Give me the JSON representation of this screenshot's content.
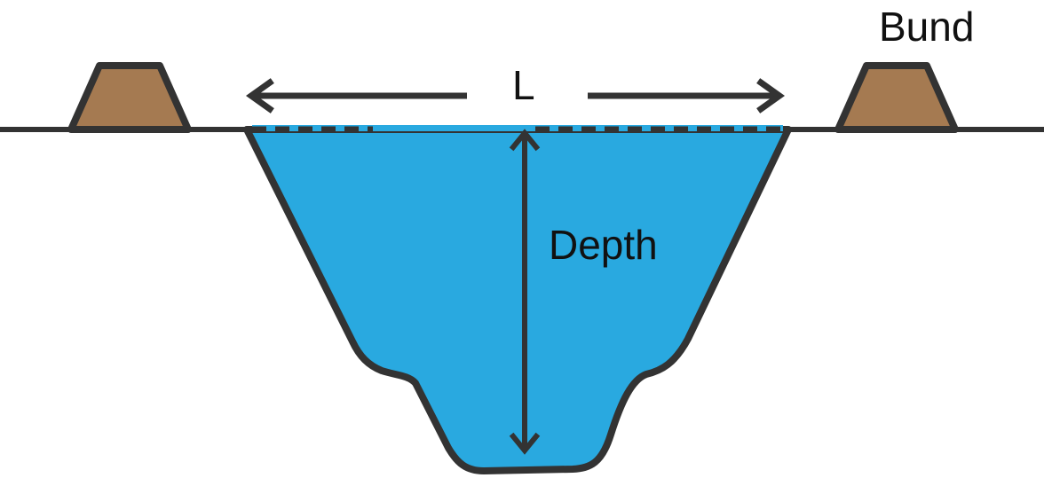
{
  "labels": {
    "length": "L",
    "depth": "Depth",
    "bund": "Bund"
  },
  "colors": {
    "water": "#29a9e0",
    "bund": "#a57a51",
    "outline": "#333333",
    "text": "#111111",
    "background": "#ffffff"
  }
}
